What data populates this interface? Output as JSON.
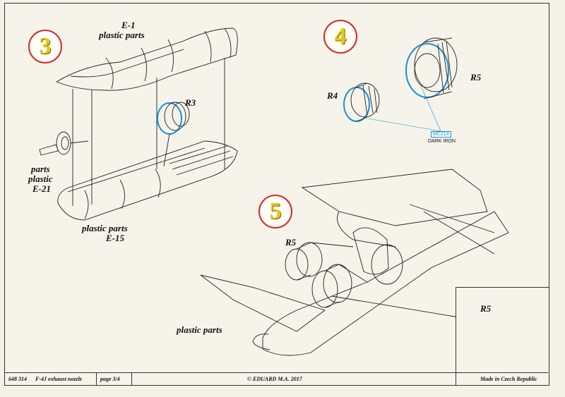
{
  "steps": {
    "s3": "3",
    "s4": "4",
    "s5": "5"
  },
  "labels": {
    "e1_code": "E-1",
    "e1_text": "plastic parts",
    "r3": "R3",
    "e21_parts": "parts",
    "e21_plastic": "plastic",
    "e21_code": "E-21",
    "e15_text": "plastic parts",
    "e15_code": "E-15",
    "r4": "R4",
    "r5_step4": "R5",
    "mc_code": "MC214",
    "mc_name": "DARK IRON",
    "r5_step5": "R5",
    "plastic_parts_step5": "plastic parts",
    "r5_inset": "R5"
  },
  "footer": {
    "code": "648 314",
    "title": "F-4J exhaust nozzle",
    "page": "page 3/4",
    "copyright": "© EDUARD  M.A. 2017",
    "made": "Made in Czech Republic"
  },
  "colors": {
    "step_ring": "#d42a2a",
    "step_number": "#e8c619",
    "paint_callout": "#1a8fd6"
  }
}
